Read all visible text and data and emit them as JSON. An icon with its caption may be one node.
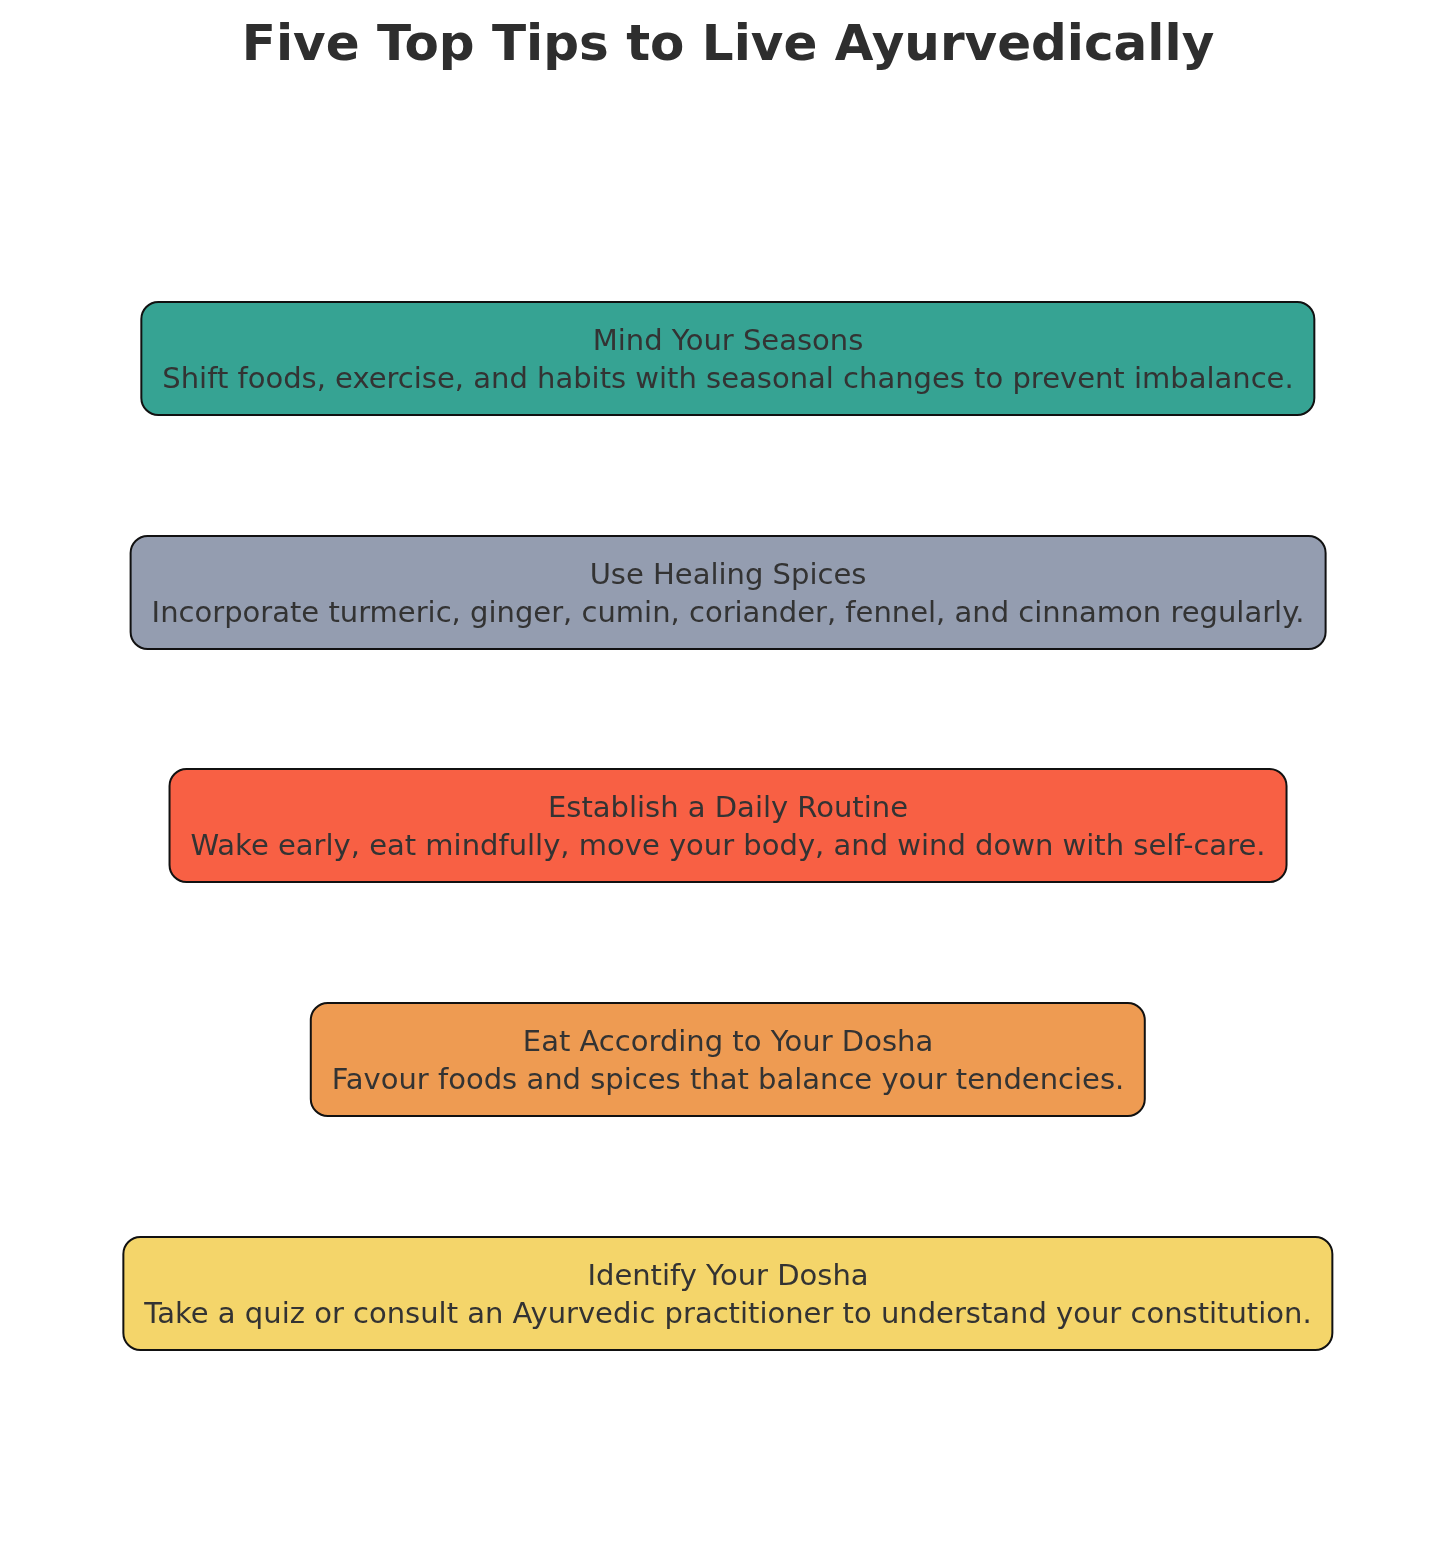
{
  "diagram": {
    "title": "Five Top Tips to Live Ayurvedically",
    "nodes": [
      {
        "text": [
          "Mind Your Seasons",
          "Shift foods, exercise, and habits with seasonal changes to prevent imbalance."
        ]
      },
      {
        "text": [
          "Use Healing Spices",
          "Incorporate turmeric, ginger, cumin, coriander, fennel, and cinnamon regularly."
        ]
      },
      {
        "text": [
          "Establish a Daily Routine",
          "Wake early, eat mindfully, move your body, and wind down with self-care."
        ]
      },
      {
        "text": [
          "Eat According to Your Dosha",
          "Favour foods and spices that balance your tendencies."
        ]
      },
      {
        "text": [
          "Identify Your Dosha",
          "Take a quiz or consult an Ayurvedic practitioner to understand your constitution."
        ]
      }
    ],
    "edges": []
  }
}
